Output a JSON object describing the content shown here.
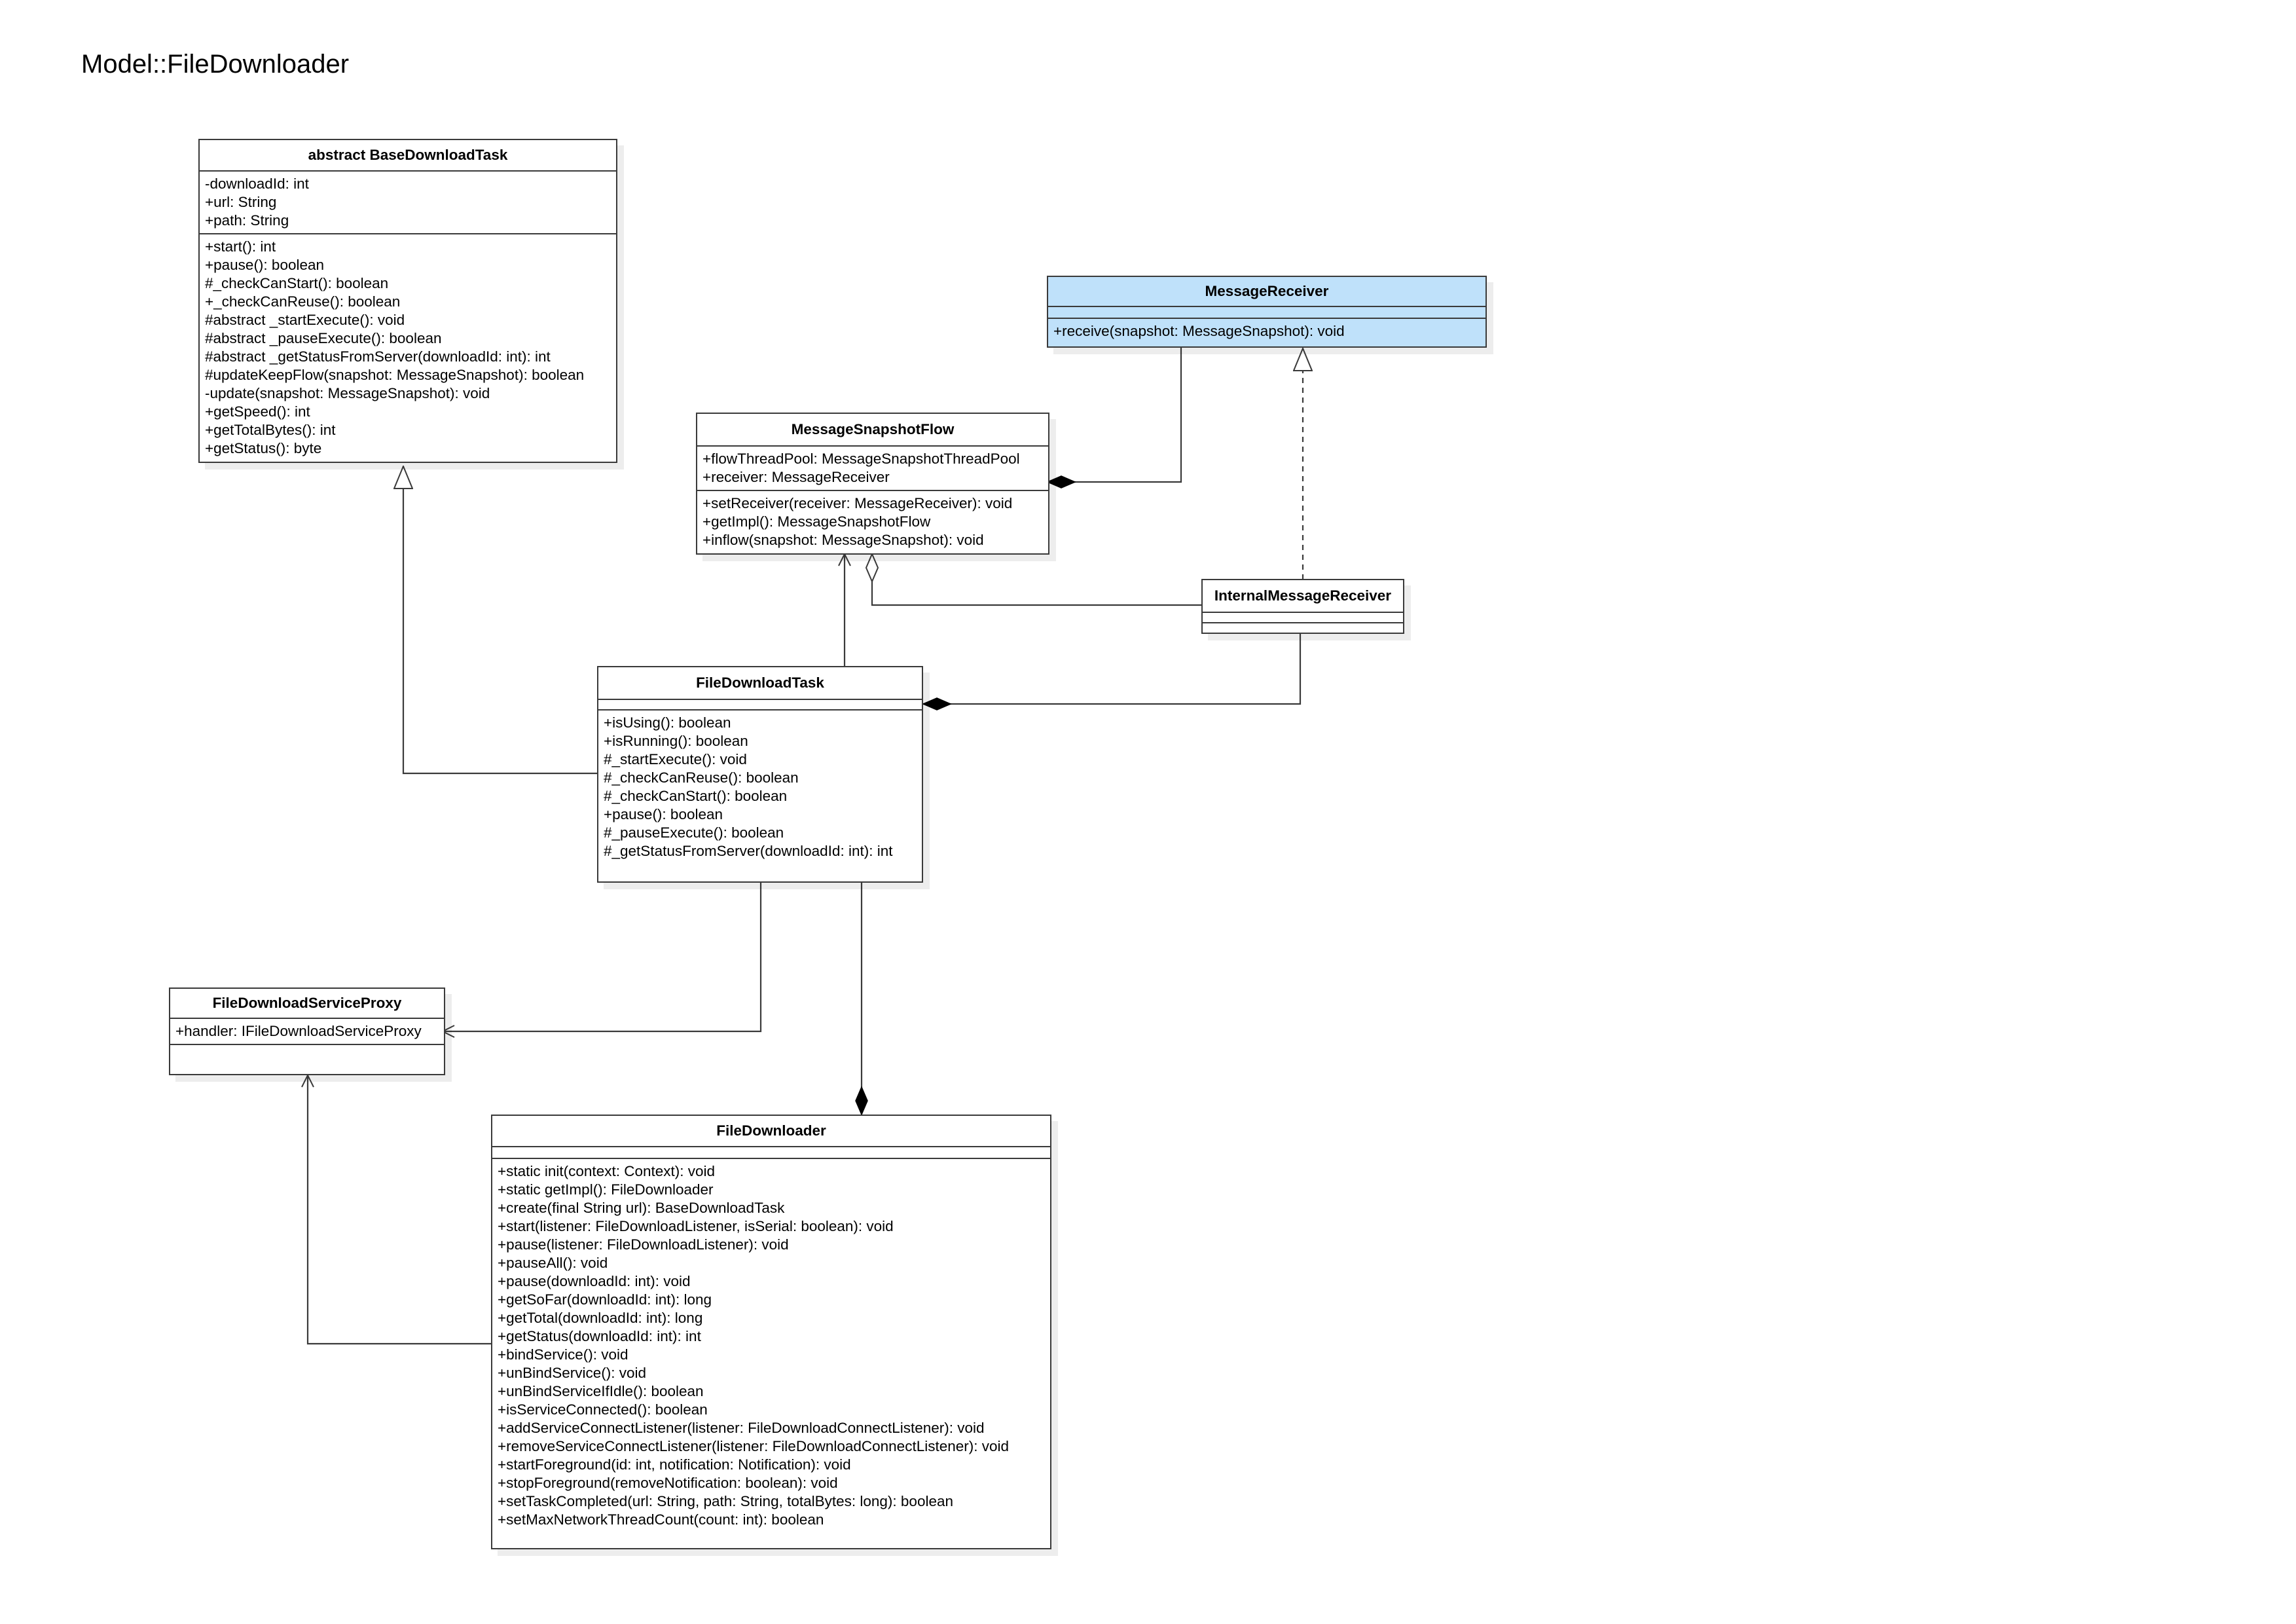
{
  "diagram_title": "Model::FileDownloader",
  "classes": {
    "base_download_task": {
      "name": "abstract BaseDownloadTask",
      "attributes": [
        "-downloadId: int",
        "+url: String",
        "+path: String"
      ],
      "operations": [
        "+start(): int",
        "+pause(): boolean",
        "#_checkCanStart(): boolean",
        "+_checkCanReuse(): boolean",
        "#abstract _startExecute(): void",
        "#abstract _pauseExecute(): boolean",
        "#abstract _getStatusFromServer(downloadId: int): int",
        "#updateKeepFlow(snapshot: MessageSnapshot): boolean",
        "-update(snapshot: MessageSnapshot): void",
        "+getSpeed(): int",
        "+getTotalBytes(): int",
        "+getStatus(): byte"
      ]
    },
    "message_receiver": {
      "name": "MessageReceiver",
      "attributes": [],
      "operations": [
        "+receive(snapshot: MessageSnapshot): void"
      ],
      "fill_color": "#bfe1fa"
    },
    "message_snapshot_flow": {
      "name": "MessageSnapshotFlow",
      "attributes": [
        "+flowThreadPool: MessageSnapshotThreadPool",
        "+receiver: MessageReceiver"
      ],
      "operations": [
        "+setReceiver(receiver: MessageReceiver): void",
        "+getImpl(): MessageSnapshotFlow",
        "+inflow(snapshot: MessageSnapshot): void"
      ]
    },
    "internal_message_receiver": {
      "name": "InternalMessageReceiver",
      "attributes": [],
      "operations": []
    },
    "file_download_task": {
      "name": "FileDownloadTask",
      "attributes": [],
      "operations": [
        "+isUsing(): boolean",
        "+isRunning(): boolean",
        "#_startExecute(): void",
        "#_checkCanReuse(): boolean",
        "#_checkCanStart(): boolean",
        "+pause(): boolean",
        "#_pauseExecute(): boolean",
        "#_getStatusFromServer(downloadId: int): int"
      ]
    },
    "file_download_service_proxy": {
      "name": "FileDownloadServiceProxy",
      "attributes": [
        "+handler: IFileDownloadServiceProxy"
      ],
      "operations": []
    },
    "file_downloader": {
      "name": "FileDownloader",
      "attributes": [],
      "operations": [
        "+static init(context: Context): void",
        "+static getImpl(): FileDownloader",
        "+create(final String url): BaseDownloadTask",
        "+start(listener: FileDownloadListener, isSerial: boolean): void",
        "+pause(listener: FileDownloadListener): void",
        "+pauseAll(): void",
        "+pause(downloadId: int): void",
        "+getSoFar(downloadId: int): long",
        "+getTotal(downloadId: int): long",
        "+getStatus(downloadId: int): int",
        "+bindService(): void",
        "+unBindService(): void",
        "+unBindServiceIfIdle(): boolean",
        "+isServiceConnected(): boolean",
        "+addServiceConnectListener(listener: FileDownloadConnectListener): void",
        "+removeServiceConnectListener(listener: FileDownloadConnectListener): void",
        "+startForeground(id: int, notification: Notification): void",
        "+stopForeground(removeNotification: boolean): void",
        "+setTaskCompleted(url: String, path: String, totalBytes: long): boolean",
        "+setMaxNetworkThreadCount(count: int): boolean"
      ]
    }
  },
  "relationships": [
    {
      "type": "generalization",
      "from": "FileDownloadTask",
      "to": "abstract BaseDownloadTask"
    },
    {
      "type": "realization",
      "from": "InternalMessageReceiver",
      "to": "MessageReceiver"
    },
    {
      "type": "composition",
      "whole": "MessageSnapshotFlow",
      "part": "MessageReceiver"
    },
    {
      "type": "aggregation",
      "whole": "MessageSnapshotFlow",
      "part": "InternalMessageReceiver"
    },
    {
      "type": "composition",
      "whole": "FileDownloadTask",
      "part": "InternalMessageReceiver"
    },
    {
      "type": "association",
      "from": "FileDownloadTask",
      "to": "MessageSnapshotFlow"
    },
    {
      "type": "association",
      "from": "FileDownloadTask",
      "to": "FileDownloadServiceProxy"
    },
    {
      "type": "composition",
      "whole": "FileDownloader",
      "part": "FileDownloadTask"
    },
    {
      "type": "association",
      "from": "FileDownloader",
      "to": "FileDownloadServiceProxy"
    }
  ]
}
